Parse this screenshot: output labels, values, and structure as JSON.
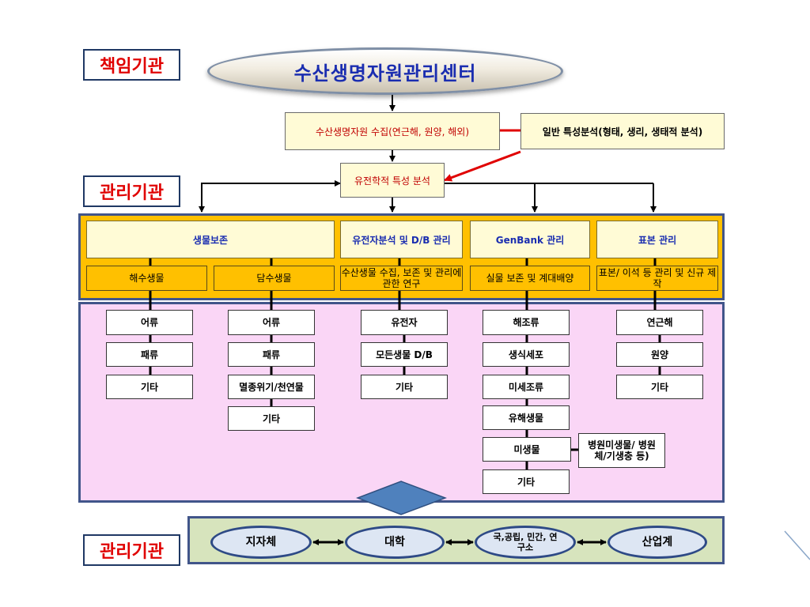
{
  "labels": {
    "responsible": "책임기관",
    "management_top": "관리기관",
    "management_bottom": "관리기관"
  },
  "title": "수산생명자원관리센터",
  "collection": "수산생명자원 수집(연근해, 원양, 해외)",
  "general_analysis": "일반 특성분석(형태, 생리, 생태적 분석)",
  "genetic_analysis": "유전학적 특성 분석",
  "categories": [
    {
      "header": "생물보존",
      "subs": [
        "해수생물",
        "담수생물"
      ]
    },
    {
      "header": "유전자분석 및 D/B 관리",
      "sub": "수산생물 수집, 보존 및 관리에 관한 연구"
    },
    {
      "header": "GenBank  관리",
      "sub": "실물 보존 및 계대배양"
    },
    {
      "header": "표본 관리",
      "sub": "표본/ 이석 등 관리 및 신규 제작"
    }
  ],
  "columns": [
    {
      "items": [
        "어류",
        "패류",
        "기타"
      ]
    },
    {
      "items": [
        "어류",
        "패류",
        "멸종위기/천연물",
        "기타"
      ]
    },
    {
      "items": [
        "유전자",
        "모든생물 D/B",
        "기타"
      ]
    },
    {
      "items": [
        "해조류",
        "생식세포",
        "미세조류",
        "유해생물",
        "미생물",
        "기타"
      ]
    },
    {
      "items": [
        "연근해",
        "원양",
        "기타"
      ]
    }
  ],
  "microbe_note": "병원미생물/ 병원체/기생충 등)",
  "partners": [
    "지자체",
    "대학",
    "국,공립, 민간, 연구소",
    "산업계"
  ],
  "colors": {
    "accent_red": "#e00000",
    "title_blue": "#1a2db0",
    "gold": "#ffc000",
    "pink": "#fad6f6",
    "green": "#d7e4bd",
    "panel_border": "#41558a",
    "diamond": "#4f81bd"
  }
}
